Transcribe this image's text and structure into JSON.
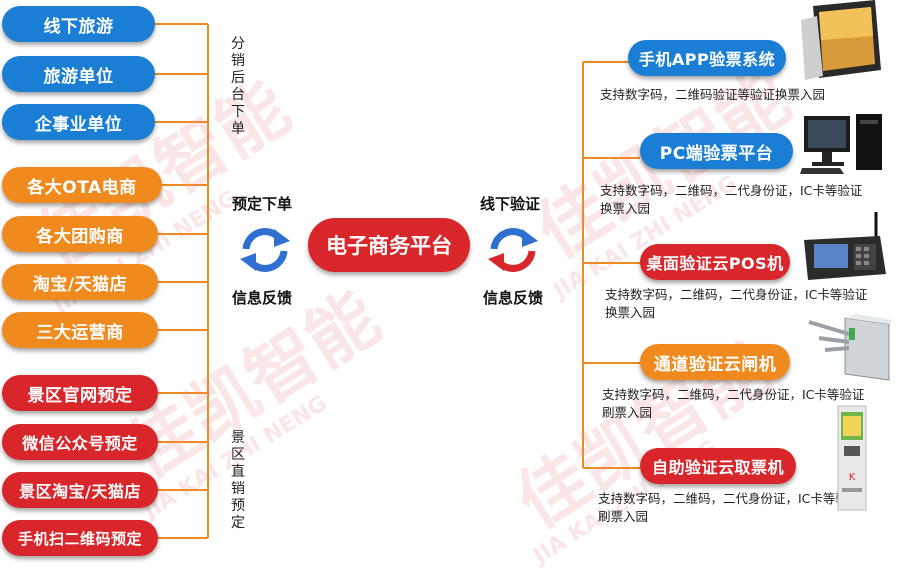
{
  "watermark": {
    "brand": "佳凯智能",
    "pinyin": "JIA KAI ZHI NENG"
  },
  "left": {
    "group1_label": "分销后台下单",
    "group2_label": "景区直销预定",
    "items": [
      {
        "label": "线下旅游",
        "color": "blue"
      },
      {
        "label": "旅游单位",
        "color": "blue"
      },
      {
        "label": "企事业单位",
        "color": "blue"
      },
      {
        "label": "各大OTA电商",
        "color": "orange"
      },
      {
        "label": "各大团购商",
        "color": "orange"
      },
      {
        "label": "淘宝/天猫店",
        "color": "orange"
      },
      {
        "label": "三大运营商",
        "color": "orange"
      },
      {
        "label": "景区官网预定",
        "color": "red"
      },
      {
        "label": "微信公众号预定",
        "color": "red"
      },
      {
        "label": "景区淘宝/天猫店",
        "color": "red"
      },
      {
        "label": "手机扫二维码预定",
        "color": "red"
      }
    ]
  },
  "middle": {
    "left_top": "预定下单",
    "left_bottom": "信息反馈",
    "center": "电子商务平台",
    "right_top": "线下验证",
    "right_bottom": "信息反馈"
  },
  "right": {
    "items": [
      {
        "label": "手机APP验票系统",
        "color": "blue",
        "desc": "支持数字码，二维码验证等验证换票入园",
        "device": "tablet-icon"
      },
      {
        "label": "PC端验票平台",
        "color": "blue",
        "desc": "支持数字码，二维码，二代身份证，IC卡等验证换票入园",
        "device": "desktop-pc-icon"
      },
      {
        "label": "桌面验证云POS机",
        "color": "red",
        "desc": "支持数字码，二维码，二代身份证，IC卡等验证换票入园",
        "device": "pos-terminal-icon"
      },
      {
        "label": "通道验证云闸机",
        "color": "orange",
        "desc": "支持数字码，二维码，二代身份证，IC卡等验证刷票入园",
        "device": "turnstile-icon"
      },
      {
        "label": "自助验证云取票机",
        "color": "red",
        "desc": "支持数字码，二维码，二代身份证，IC卡等验证刷票入园",
        "device": "ticket-kiosk-icon"
      }
    ]
  },
  "colors": {
    "blue": "#1a7fd4",
    "orange": "#f08a1e",
    "red": "#d8262b",
    "connector": "#f08a1e",
    "arrow_blue": "#2e6fd0",
    "arrow_red": "#d8262b"
  }
}
